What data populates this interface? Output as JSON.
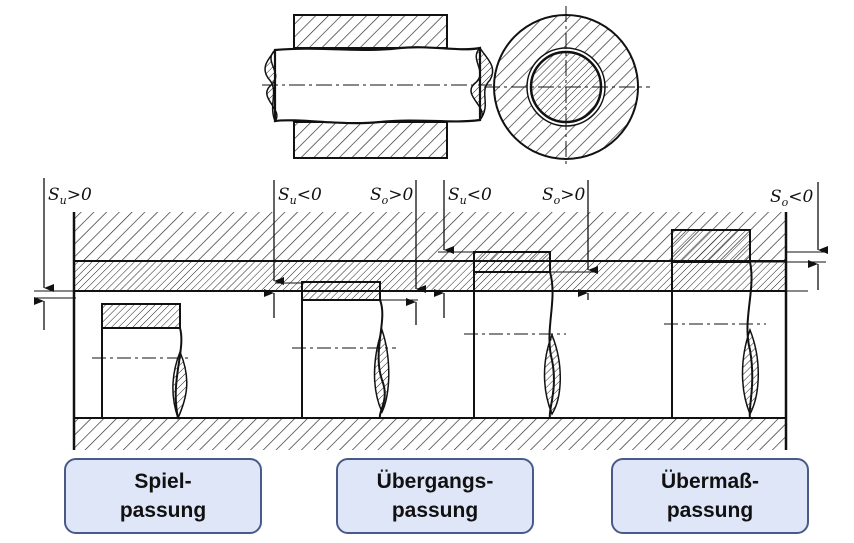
{
  "labels": {
    "su_gt_0": {
      "sym": "S",
      "sub": "u",
      "rel": ">0"
    },
    "su_lt_0_a": {
      "sym": "S",
      "sub": "u",
      "rel": "<0"
    },
    "so_gt_0_a": {
      "sym": "S",
      "sub": "o",
      "rel": ">0"
    },
    "su_lt_0_b": {
      "sym": "S",
      "sub": "u",
      "rel": "<0"
    },
    "so_gt_0_b": {
      "sym": "S",
      "sub": "o",
      "rel": ">0"
    },
    "so_lt_0": {
      "sym": "S",
      "sub": "o",
      "rel": "<0"
    }
  },
  "boxes": [
    {
      "line1": "Spiel-",
      "line2": "passung"
    },
    {
      "line1": "Übergangs-",
      "line2": "passung"
    },
    {
      "line1": "Übermaß-",
      "line2": "passung"
    }
  ],
  "colors": {
    "box_fill": "#dfe6f7",
    "box_border": "#4a5a86",
    "line": "#111111"
  }
}
